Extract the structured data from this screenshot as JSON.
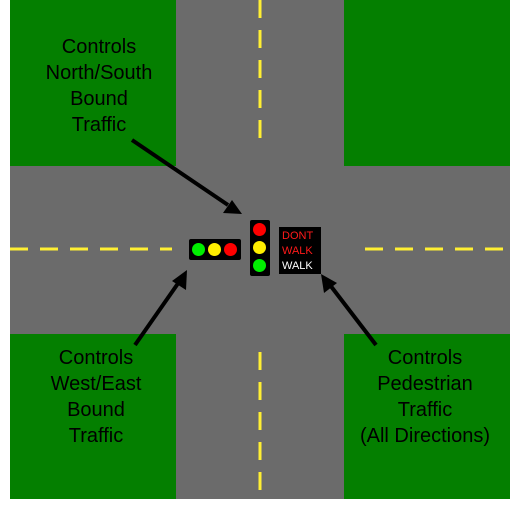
{
  "colors": {
    "grass": "#047f00",
    "road": "#6b6b6b",
    "lane_marking": "#ffef33",
    "red": "#ff0000",
    "yellow": "#ffee00",
    "green": "#00ee00",
    "dont_walk": "#ff1a1a",
    "walk": "#ffffff",
    "arrow": "#000000"
  },
  "labels": {
    "north_south": [
      "Controls",
      "North/South",
      "Bound",
      "Traffic"
    ],
    "west_east": [
      "Controls",
      "West/East",
      "Bound",
      "Traffic"
    ],
    "pedestrian": [
      "Controls",
      "Pedestrian",
      "Traffic",
      "(All Directions)"
    ]
  },
  "pedestrian_signal": {
    "dont_line1": "DONT",
    "dont_line2": "WALK",
    "walk": "WALK"
  }
}
